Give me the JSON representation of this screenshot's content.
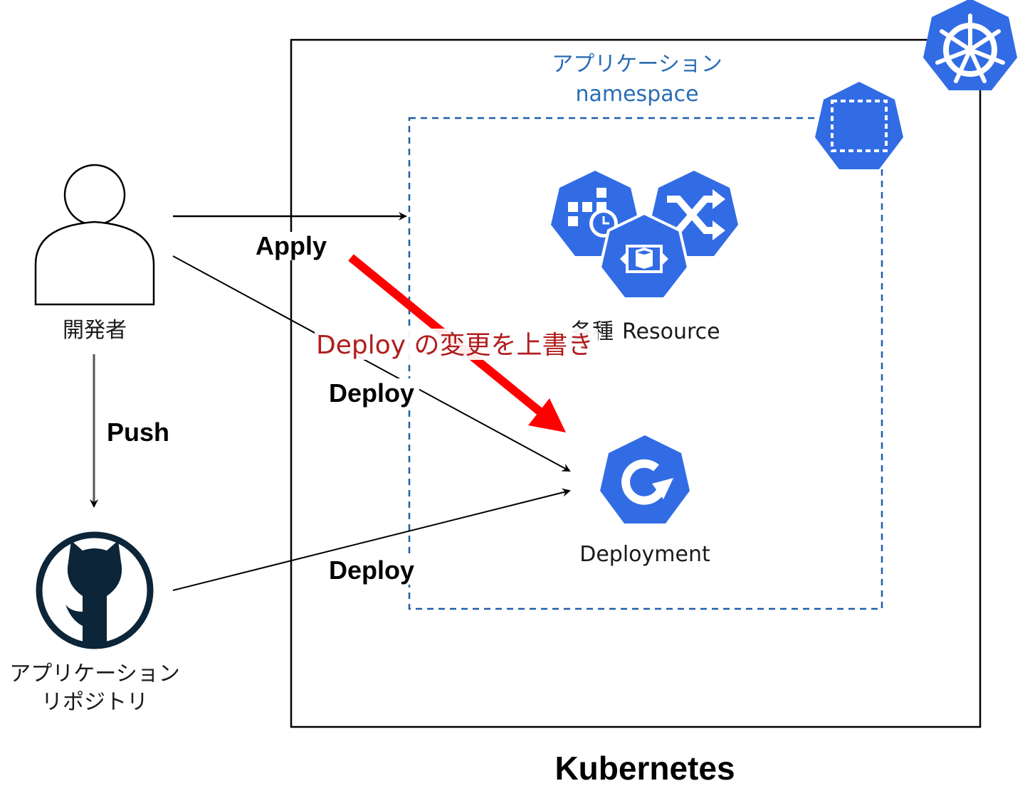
{
  "diagram": {
    "cluster": {
      "title": "Kubernetes",
      "icon": "kubernetes-helm-icon"
    },
    "namespace": {
      "label_line1": "アプリケーション",
      "label_line2": "namespace",
      "icon": "namespace-icon"
    },
    "nodes": {
      "developer": {
        "label": "開発者",
        "icon": "user-icon"
      },
      "repository": {
        "label_line1": "アプリケーション",
        "label_line2": "リポジトリ",
        "icon": "github-icon"
      },
      "resources": {
        "label_prefix": "各種",
        "label": "Resource",
        "icons": [
          "cronjob-icon",
          "service-icon",
          "pod-icon"
        ]
      },
      "deployment": {
        "label": "Deployment",
        "icon": "deployment-icon"
      }
    },
    "edges": {
      "apply": "Apply",
      "deploy_from_developer": "Deploy",
      "deploy_from_repository": "Deploy",
      "push": "Push",
      "override": "Deploy の変更を上書き"
    },
    "colors": {
      "k8s_blue": "#326ce5",
      "namespace_border": "#1f5fa8",
      "namespace_text": "#2a6db5",
      "override_arrow": "#ff0000",
      "override_text": "#b01d1d",
      "github_dark": "#0d2538"
    }
  }
}
